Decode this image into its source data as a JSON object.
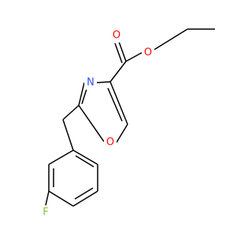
{
  "molecule": {
    "colors": {
      "bond": "#000000",
      "O": "#ff0d0d",
      "N": "#3050f8",
      "F": "#8fbf3f"
    },
    "atoms": [
      {
        "id": "O_carbonyl",
        "label": "O",
        "element": "O"
      },
      {
        "id": "O_ester",
        "label": "O",
        "element": "O"
      },
      {
        "id": "N_ring",
        "label": "N",
        "element": "N"
      },
      {
        "id": "O_ring",
        "label": "O",
        "element": "O"
      },
      {
        "id": "F",
        "label": "F",
        "element": "F"
      }
    ]
  }
}
